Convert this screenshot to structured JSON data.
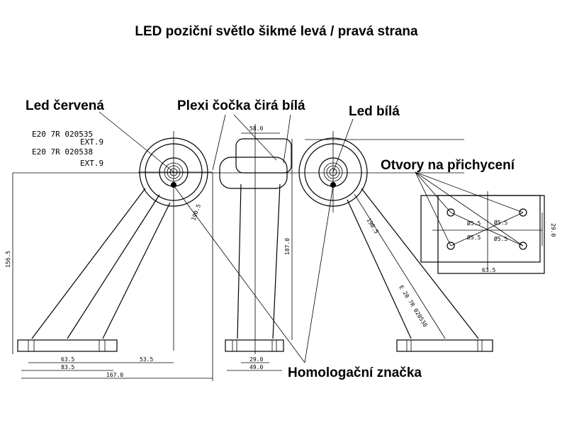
{
  "title": "LED poziční světlo šikmé levá / pravá strana",
  "callouts": {
    "led_red": "Led červená",
    "plexi_lens": "Plexi čočka  čirá bílá",
    "led_white": "Led bílá",
    "mount_holes": "Otvory na přichycení",
    "homologation": "Homologační značka"
  },
  "approval_marks": {
    "line1": "E20 7R 020535",
    "line2": "EXT.9",
    "line3": "E20 7R 020538",
    "line4": "EXT.9"
  },
  "dimensions": {
    "top_width": "58.0",
    "height_center": "187.0",
    "left_arm_length": "190.5",
    "left_vertical": "156.5",
    "left_base_inner": "63.5",
    "left_base_outer": "83.5",
    "left_offset": "53.5",
    "left_total": "167.0",
    "center_base_inner": "29.0",
    "center_base_outer": "49.0",
    "right_arm_label": "190.5",
    "right_arm_note": "E 20 7R 020538",
    "hole_spacing": "63.5",
    "hole_height": "29.0",
    "hole_diag_1": "Ø5.5",
    "hole_diag_2": "Ø5.5",
    "hole_diag_3": "Ø5.5",
    "hole_diag_4": "Ø5.5"
  }
}
